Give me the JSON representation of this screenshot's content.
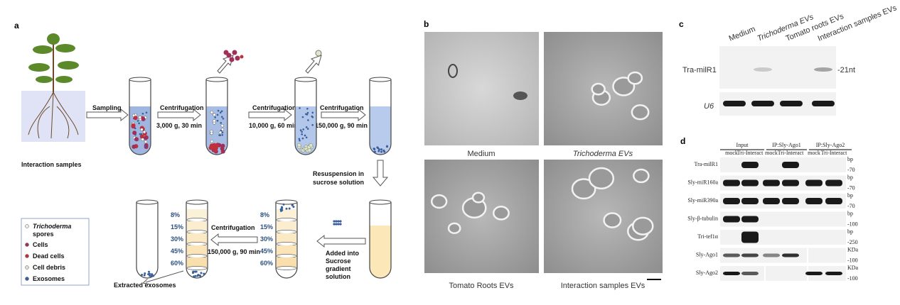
{
  "panels": {
    "a": "a",
    "b": "b",
    "c": "c",
    "d": "d"
  },
  "a": {
    "interaction_label": "Interaction samples",
    "sampling": "Sampling",
    "centrifugation": "Centrifugation",
    "step1": "3,000 g, 30 min",
    "step2": "10,000 g, 60 min",
    "step3": "150,000 g, 90 min",
    "resuspension": [
      "Resuspension in",
      "sucrose solution"
    ],
    "added": [
      "Added into",
      "Sucrose",
      "gradient",
      "solution"
    ],
    "step4": "150,000 g, 90 min",
    "gradient": [
      "8%",
      "15%",
      "30%",
      "45%",
      "60%"
    ],
    "extracted": "Extracted exosomes",
    "legend": [
      {
        "label": [
          "Trichoderma",
          "spores"
        ],
        "color": "#e8f0e0"
      },
      {
        "label": [
          "Cells"
        ],
        "color": "#a0305a"
      },
      {
        "label": [
          "Dead cells"
        ],
        "color": "#c0303a"
      },
      {
        "label": [
          "Cell debris"
        ],
        "color": "#d8e4d0"
      },
      {
        "label": [
          "Exosomes"
        ],
        "color": "#3a5f9a"
      }
    ]
  },
  "b": {
    "labels": [
      "Medium",
      "Trichoderma EVs",
      "Tomato Roots EVs",
      "Interaction samples EVs"
    ]
  },
  "c": {
    "lanes": [
      "Medium",
      "Trichoderma EVs",
      "Tomato roots EVs",
      "Interaction samples EVs"
    ],
    "rows": [
      "Tra-milR1",
      "U6"
    ],
    "marker": "-21nt"
  },
  "d": {
    "groups": [
      "Input",
      "IP:Sly-Ago1",
      "IP:Sly-Ago2"
    ],
    "lanes": [
      "mock",
      "Tri-Interact",
      "mock",
      "Tri-Interact",
      "mock",
      "Tri-Interact"
    ],
    "rows": [
      {
        "label": "Tra-milR1",
        "unit": "bp",
        "marker": "-70",
        "bands": [
          0,
          1,
          0,
          1,
          0,
          0
        ]
      },
      {
        "label": "Sly-miR160a",
        "unit": "bp",
        "marker": "-70",
        "bands": [
          1,
          1,
          1,
          1,
          1,
          1
        ]
      },
      {
        "label": "Sly-miR390a",
        "unit": "bp",
        "marker": "-70",
        "bands": [
          1,
          1,
          1,
          1,
          1,
          1
        ]
      },
      {
        "label": "Sly-β-tubulin",
        "unit": "bp",
        "marker": "-100",
        "bands": [
          1,
          1,
          0,
          0,
          0,
          0
        ]
      },
      {
        "label": "Tri-tef1α",
        "unit": "bp",
        "marker": "-250",
        "bands": [
          0,
          1,
          0,
          0,
          0,
          0
        ]
      },
      {
        "label": "Sly-Ago1",
        "unit": "KDa",
        "marker": "-100",
        "bands": [
          0.6,
          0.7,
          0.4,
          0.8,
          0,
          0
        ]
      },
      {
        "label": "Sly-Ago2",
        "unit": "KDa",
        "marker": "-100",
        "bands": [
          0.9,
          0.6,
          0,
          0,
          0.9,
          0.9
        ]
      }
    ]
  }
}
